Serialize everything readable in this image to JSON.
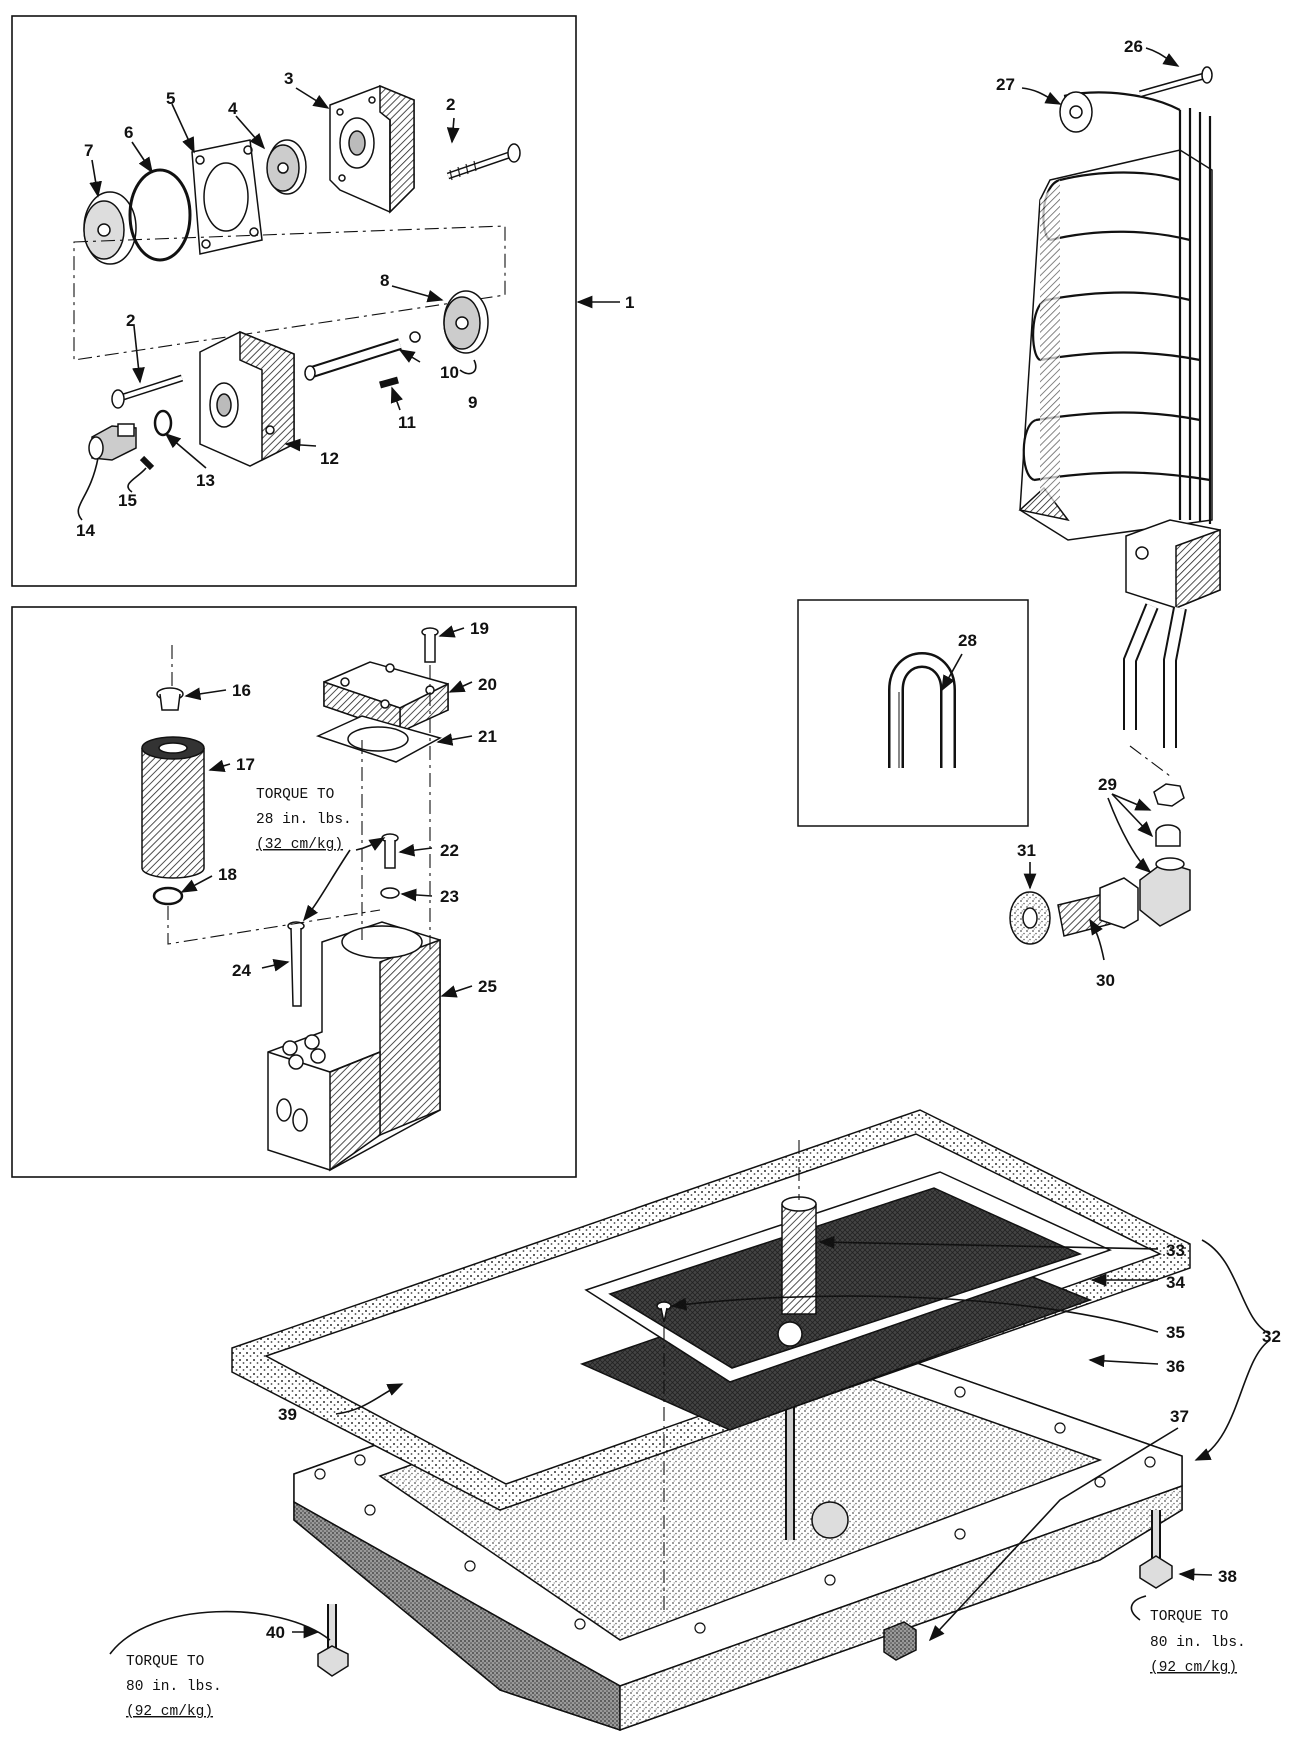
{
  "callouts": {
    "p1": "1",
    "p2a": "2",
    "p2b": "2",
    "p3": "3",
    "p4": "4",
    "p5": "5",
    "p6": "6",
    "p7": "7",
    "p8": "8",
    "p9": "9",
    "p10": "10",
    "p11": "11",
    "p12": "12",
    "p13": "13",
    "p14": "14",
    "p15": "15",
    "p16": "16",
    "p17": "17",
    "p18": "18",
    "p19": "19",
    "p20": "20",
    "p21": "21",
    "p22": "22",
    "p23": "23",
    "p24": "24",
    "p25": "25",
    "p26": "26",
    "p27": "27",
    "p28": "28",
    "p29": "29",
    "p30": "30",
    "p31": "31",
    "p32": "32",
    "p33": "33",
    "p34": "34",
    "p35": "35",
    "p36": "36",
    "p37": "37",
    "p38": "38",
    "p39": "39",
    "p40": "40"
  },
  "torque_notes": {
    "filter": {
      "line1": "TORQUE TO",
      "line2": "28 in. lbs.",
      "line3": "(32 cm/kg)"
    },
    "right": {
      "line1": "TORQUE TO",
      "line2": "80 in. lbs.",
      "line3": "(92 cm/kg)"
    },
    "left": {
      "line1": "TORQUE TO",
      "line2": "80 in. lbs.",
      "line3": "(92 cm/kg)"
    }
  },
  "colors": {
    "ink": "#111111",
    "paper": "#ffffff",
    "stipple": "#777777"
  }
}
